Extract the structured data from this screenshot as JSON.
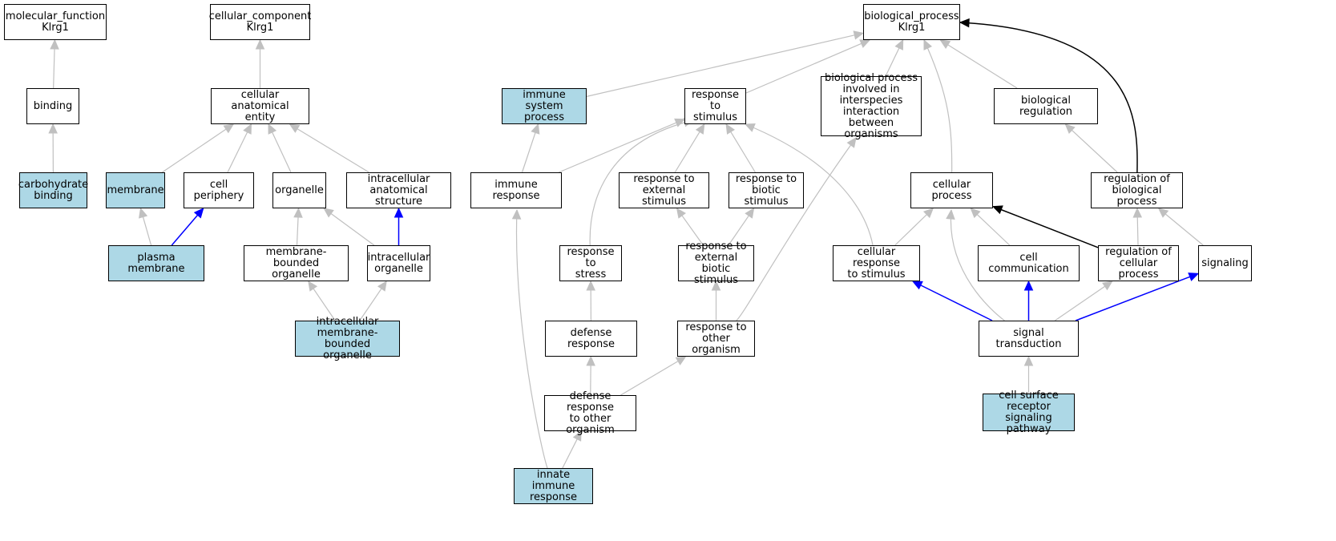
{
  "colors": {
    "highlight_fill": "#add8e6",
    "normal_fill": "#ffffff",
    "edge_gray": "#c0c0c0",
    "edge_blue": "#0000ff",
    "edge_black": "#000000"
  },
  "nodes": {
    "mf_root": {
      "label": "molecular_function\nKlrg1",
      "highlight": false
    },
    "binding": {
      "label": "binding",
      "highlight": false
    },
    "carb_binding": {
      "label": "carbohydrate\nbinding",
      "highlight": true
    },
    "cc_root": {
      "label": "cellular_component\nKlrg1",
      "highlight": false
    },
    "cae": {
      "label": "cellular anatomical\nentity",
      "highlight": false
    },
    "membrane": {
      "label": "membrane",
      "highlight": true
    },
    "cell_periph": {
      "label": "cell periphery",
      "highlight": false
    },
    "organelle": {
      "label": "organelle",
      "highlight": false
    },
    "ias": {
      "label": "intracellular\nanatomical structure",
      "highlight": false
    },
    "plasma_mem": {
      "label": "plasma membrane",
      "highlight": true
    },
    "mbo": {
      "label": "membrane-bounded\norganelle",
      "highlight": false
    },
    "intra_org": {
      "label": "intracellular\norganelle",
      "highlight": false
    },
    "imbo": {
      "label": "intracellular\nmembrane-bounded\norganelle",
      "highlight": true
    },
    "bp_root": {
      "label": "biological_process\nKlrg1",
      "highlight": false
    },
    "isp": {
      "label": "immune system\nprocess",
      "highlight": true
    },
    "rts": {
      "label": "response to\nstimulus",
      "highlight": false
    },
    "bpis": {
      "label": "biological process\ninvolved in\ninterspecies\ninteraction\nbetween organisms",
      "highlight": false
    },
    "bio_reg": {
      "label": "biological regulation",
      "highlight": false
    },
    "immune_resp": {
      "label": "immune response",
      "highlight": false
    },
    "rtes": {
      "label": "response to\nexternal stimulus",
      "highlight": false
    },
    "rtbs": {
      "label": "response to\nbiotic stimulus",
      "highlight": false
    },
    "cell_proc": {
      "label": "cellular process",
      "highlight": false
    },
    "reg_bp": {
      "label": "regulation of\nbiological process",
      "highlight": false
    },
    "rt_stress": {
      "label": "response to\nstress",
      "highlight": false
    },
    "rtebs": {
      "label": "response to\nexternal biotic\nstimulus",
      "highlight": false
    },
    "crts": {
      "label": "cellular response\nto stimulus",
      "highlight": false
    },
    "cell_comm": {
      "label": "cell communication",
      "highlight": false
    },
    "reg_cp": {
      "label": "regulation of\ncellular process",
      "highlight": false
    },
    "signaling": {
      "label": "signaling",
      "highlight": false
    },
    "def_resp": {
      "label": "defense response",
      "highlight": false
    },
    "rtoo": {
      "label": "response to\nother organism",
      "highlight": false
    },
    "sig_trans": {
      "label": "signal transduction",
      "highlight": false
    },
    "drtoo": {
      "label": "defense response\nto other organism",
      "highlight": false
    },
    "csrsp": {
      "label": "cell surface\nreceptor signaling\npathway",
      "highlight": true
    },
    "iir": {
      "label": "innate immune\nresponse",
      "highlight": true
    }
  },
  "edges": [
    {
      "from": "binding",
      "to": "mf_root",
      "color": "gray"
    },
    {
      "from": "carb_binding",
      "to": "binding",
      "color": "gray"
    },
    {
      "from": "cae",
      "to": "cc_root",
      "color": "gray"
    },
    {
      "from": "membrane",
      "to": "cae",
      "color": "gray"
    },
    {
      "from": "cell_periph",
      "to": "cae",
      "color": "gray"
    },
    {
      "from": "organelle",
      "to": "cae",
      "color": "gray"
    },
    {
      "from": "ias",
      "to": "cae",
      "color": "gray"
    },
    {
      "from": "plasma_mem",
      "to": "membrane",
      "color": "gray"
    },
    {
      "from": "plasma_mem",
      "to": "cell_periph",
      "color": "blue"
    },
    {
      "from": "mbo",
      "to": "organelle",
      "color": "gray"
    },
    {
      "from": "intra_org",
      "to": "organelle",
      "color": "gray"
    },
    {
      "from": "intra_org",
      "to": "ias",
      "color": "blue"
    },
    {
      "from": "imbo",
      "to": "mbo",
      "color": "gray"
    },
    {
      "from": "imbo",
      "to": "intra_org",
      "color": "gray"
    },
    {
      "from": "isp",
      "to": "bp_root",
      "color": "gray"
    },
    {
      "from": "rts",
      "to": "bp_root",
      "color": "gray"
    },
    {
      "from": "bpis",
      "to": "bp_root",
      "color": "gray"
    },
    {
      "from": "bio_reg",
      "to": "bp_root",
      "color": "gray"
    },
    {
      "from": "cell_proc",
      "to": "bp_root",
      "color": "gray"
    },
    {
      "from": "reg_bp",
      "to": "bp_root",
      "color": "black"
    },
    {
      "from": "immune_resp",
      "to": "isp",
      "color": "gray"
    },
    {
      "from": "immune_resp",
      "to": "rts",
      "color": "gray"
    },
    {
      "from": "rtes",
      "to": "rts",
      "color": "gray"
    },
    {
      "from": "rtbs",
      "to": "rts",
      "color": "gray"
    },
    {
      "from": "rt_stress",
      "to": "rts",
      "color": "gray"
    },
    {
      "from": "crts",
      "to": "rts",
      "color": "gray"
    },
    {
      "from": "reg_bp",
      "to": "bio_reg",
      "color": "gray"
    },
    {
      "from": "rtebs",
      "to": "rtes",
      "color": "gray"
    },
    {
      "from": "rtebs",
      "to": "rtbs",
      "color": "gray"
    },
    {
      "from": "crts",
      "to": "cell_proc",
      "color": "gray"
    },
    {
      "from": "cell_comm",
      "to": "cell_proc",
      "color": "gray"
    },
    {
      "from": "reg_cp",
      "to": "cell_proc",
      "color": "black"
    },
    {
      "from": "reg_cp",
      "to": "reg_bp",
      "color": "gray"
    },
    {
      "from": "signaling",
      "to": "reg_bp",
      "color": "gray"
    },
    {
      "from": "def_resp",
      "to": "rt_stress",
      "color": "gray"
    },
    {
      "from": "rtoo",
      "to": "rtebs",
      "color": "gray"
    },
    {
      "from": "rtoo",
      "to": "bpis",
      "color": "gray"
    },
    {
      "from": "drtoo",
      "to": "def_resp",
      "color": "gray"
    },
    {
      "from": "drtoo",
      "to": "rtoo",
      "color": "gray"
    },
    {
      "from": "sig_trans",
      "to": "crts",
      "color": "blue"
    },
    {
      "from": "sig_trans",
      "to": "cell_proc",
      "color": "gray"
    },
    {
      "from": "sig_trans",
      "to": "cell_comm",
      "color": "blue"
    },
    {
      "from": "sig_trans",
      "to": "reg_cp",
      "color": "gray"
    },
    {
      "from": "sig_trans",
      "to": "signaling",
      "color": "blue"
    },
    {
      "from": "csrsp",
      "to": "sig_trans",
      "color": "gray"
    },
    {
      "from": "iir",
      "to": "drtoo",
      "color": "gray"
    },
    {
      "from": "iir",
      "to": "immune_resp",
      "color": "gray"
    }
  ]
}
